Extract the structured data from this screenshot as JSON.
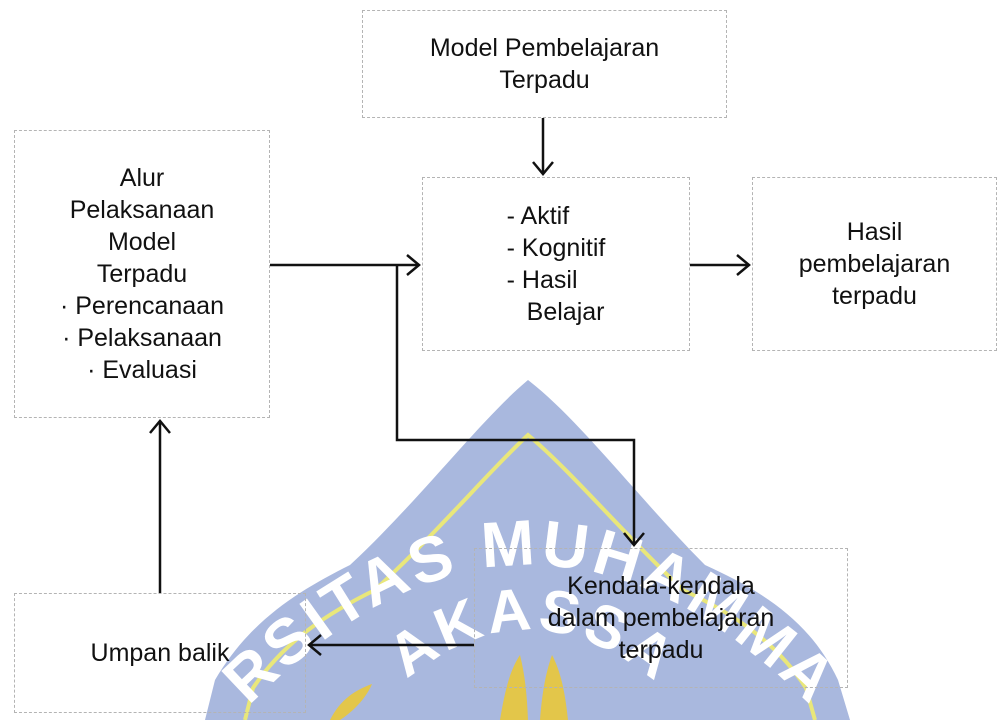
{
  "diagram": {
    "model": {
      "lines": [
        "Model Pembelajaran",
        "Terpadu"
      ]
    },
    "alur": {
      "lines": [
        "Alur",
        "Pelaksanaan",
        "Model",
        "Terpadu",
        "· Perencanaan",
        "· Pelaksanaan",
        "· Evaluasi"
      ]
    },
    "aktif": {
      "lines": [
        "- Aktif",
        "- Kognitif",
        "- Hasil",
        "Belajar"
      ]
    },
    "hasil": {
      "lines": [
        "Hasil",
        "pembelajaran",
        "terpadu"
      ]
    },
    "kendala": {
      "lines": [
        "Kendala-kendala",
        "dalam pembelajaran",
        "terpadu"
      ]
    },
    "umpan": {
      "label": "Umpan balik"
    }
  },
  "watermark": {
    "lines": [
      "UNIVERSITAS MUHAMMADIYAH",
      "MAKASSAR"
    ],
    "colors": {
      "shield": "#a9b8de",
      "outline": "#e9e77a",
      "emblem": "#e3c64a"
    }
  }
}
